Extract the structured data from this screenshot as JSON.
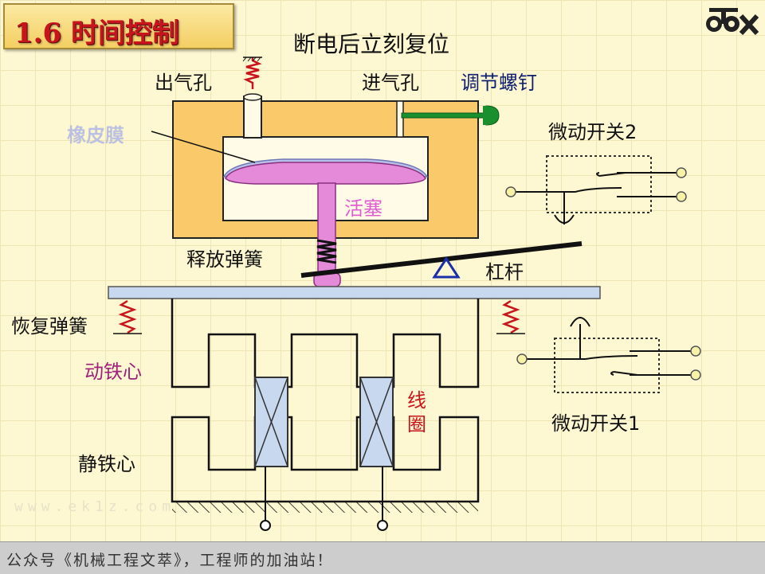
{
  "header": {
    "title": "1.6 时间控制",
    "subtitle": "断电后立刻复位"
  },
  "labels": {
    "outlet_hole": "出气孔",
    "inlet_hole": "进气孔",
    "adjust_screw": "调节螺钉",
    "diaphragm": "橡皮膜",
    "piston": "活塞",
    "micro_switch_2": "微动开关2",
    "release_spring": "释放弹簧",
    "lever": "杠杆",
    "return_spring": "恢复弹簧",
    "moving_core": "动铁心",
    "coil": "线圈",
    "static_core": "静铁心",
    "micro_switch_1": "微动开关1"
  },
  "watermark": "www.ek1z.com",
  "footer": {
    "text": "公众号《机械工程文萃》，工程师的加油站！"
  },
  "colors": {
    "body_orange": "#f9c96a",
    "piston_pink": "#e58ad8",
    "plate_blue": "#c8d8ee",
    "screw_green": "#1a8f2e",
    "title_red": "#c8141b",
    "lever_black": "#111111",
    "fulcrum_blue": "#1b2fa8"
  }
}
